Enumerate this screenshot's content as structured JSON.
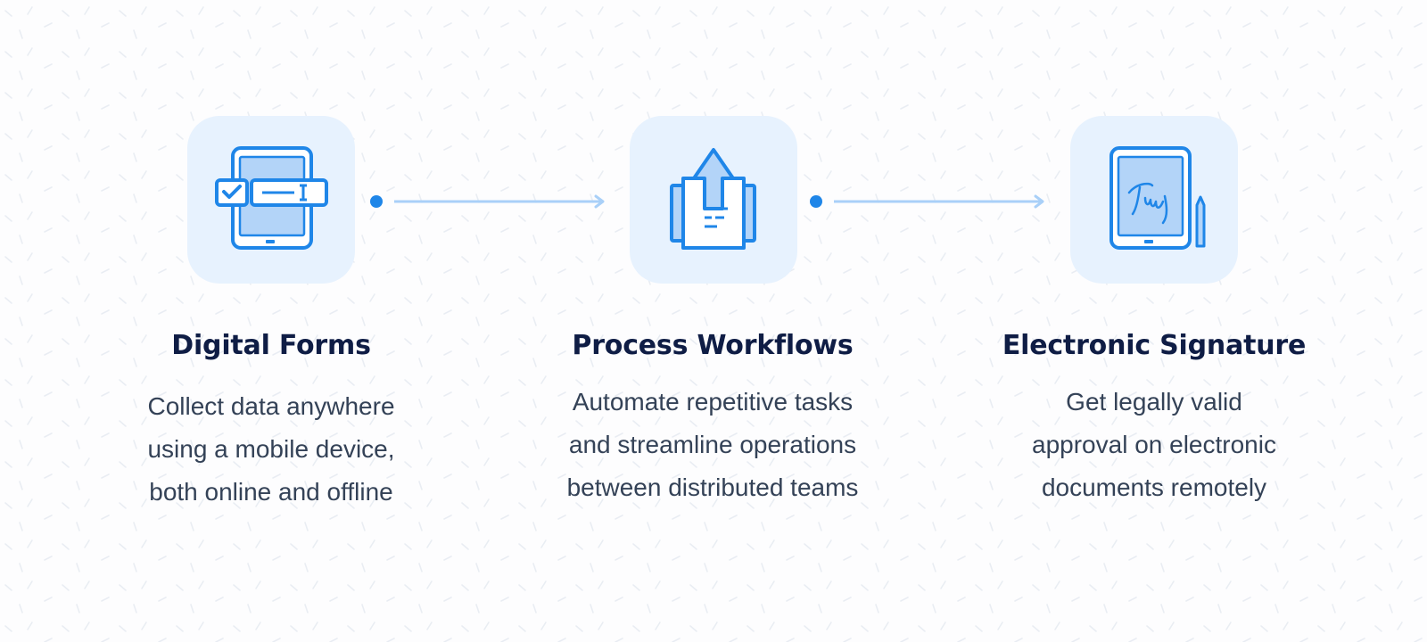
{
  "colors": {
    "accent": "#1f86e8",
    "icon_fill": "#b3d4f8",
    "tile_background": "#e7f2fe",
    "connector": "#a9d0f8",
    "title": "#0f1d45",
    "text": "#344257"
  },
  "features": [
    {
      "icon": "tablet-form-icon",
      "title": "Digital Forms",
      "description_lines": [
        "Collect data anywhere",
        "using a mobile device,",
        "both online and offline"
      ]
    },
    {
      "icon": "document-upload-icon",
      "title": "Process Workflows",
      "description_lines": [
        "Automate repetitive tasks",
        "and streamline operations",
        "between distributed teams"
      ]
    },
    {
      "icon": "tablet-signature-icon",
      "title": "Electronic Signature",
      "description_lines": [
        "Get legally valid",
        "approval on electronic",
        "documents remotely"
      ]
    }
  ]
}
